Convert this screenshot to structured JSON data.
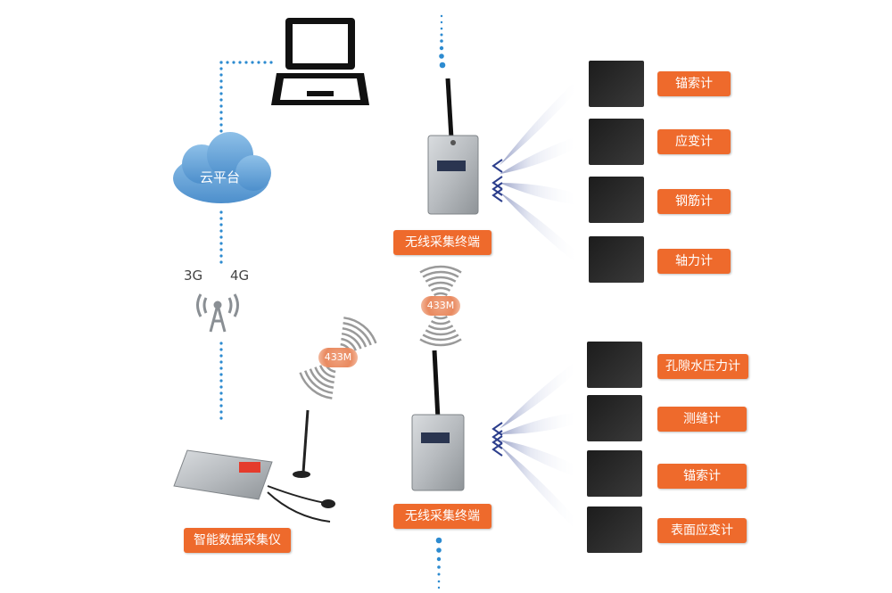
{
  "cloud": {
    "label": "云平台"
  },
  "network": {
    "g3": "3G",
    "g4": "4G"
  },
  "wireless": {
    "freq_upper": "433M",
    "freq_lower": "433M"
  },
  "terminals": [
    {
      "label": "无线采集终端"
    },
    {
      "label": "无线采集终端"
    }
  ],
  "datalogger": {
    "label": "智能数据采集仪"
  },
  "sensors_upper": [
    "锚索计",
    "应变计",
    "钢筋计",
    "轴力计"
  ],
  "sensors_lower": [
    "孔隙水压力计",
    "测缝计",
    "锚索计",
    "表面应变计"
  ],
  "colors": {
    "accent": "#ee6a2c",
    "link": "#2d8bd0",
    "cloud": "#5c9cd4",
    "enclosure": "#b8bcc0"
  }
}
